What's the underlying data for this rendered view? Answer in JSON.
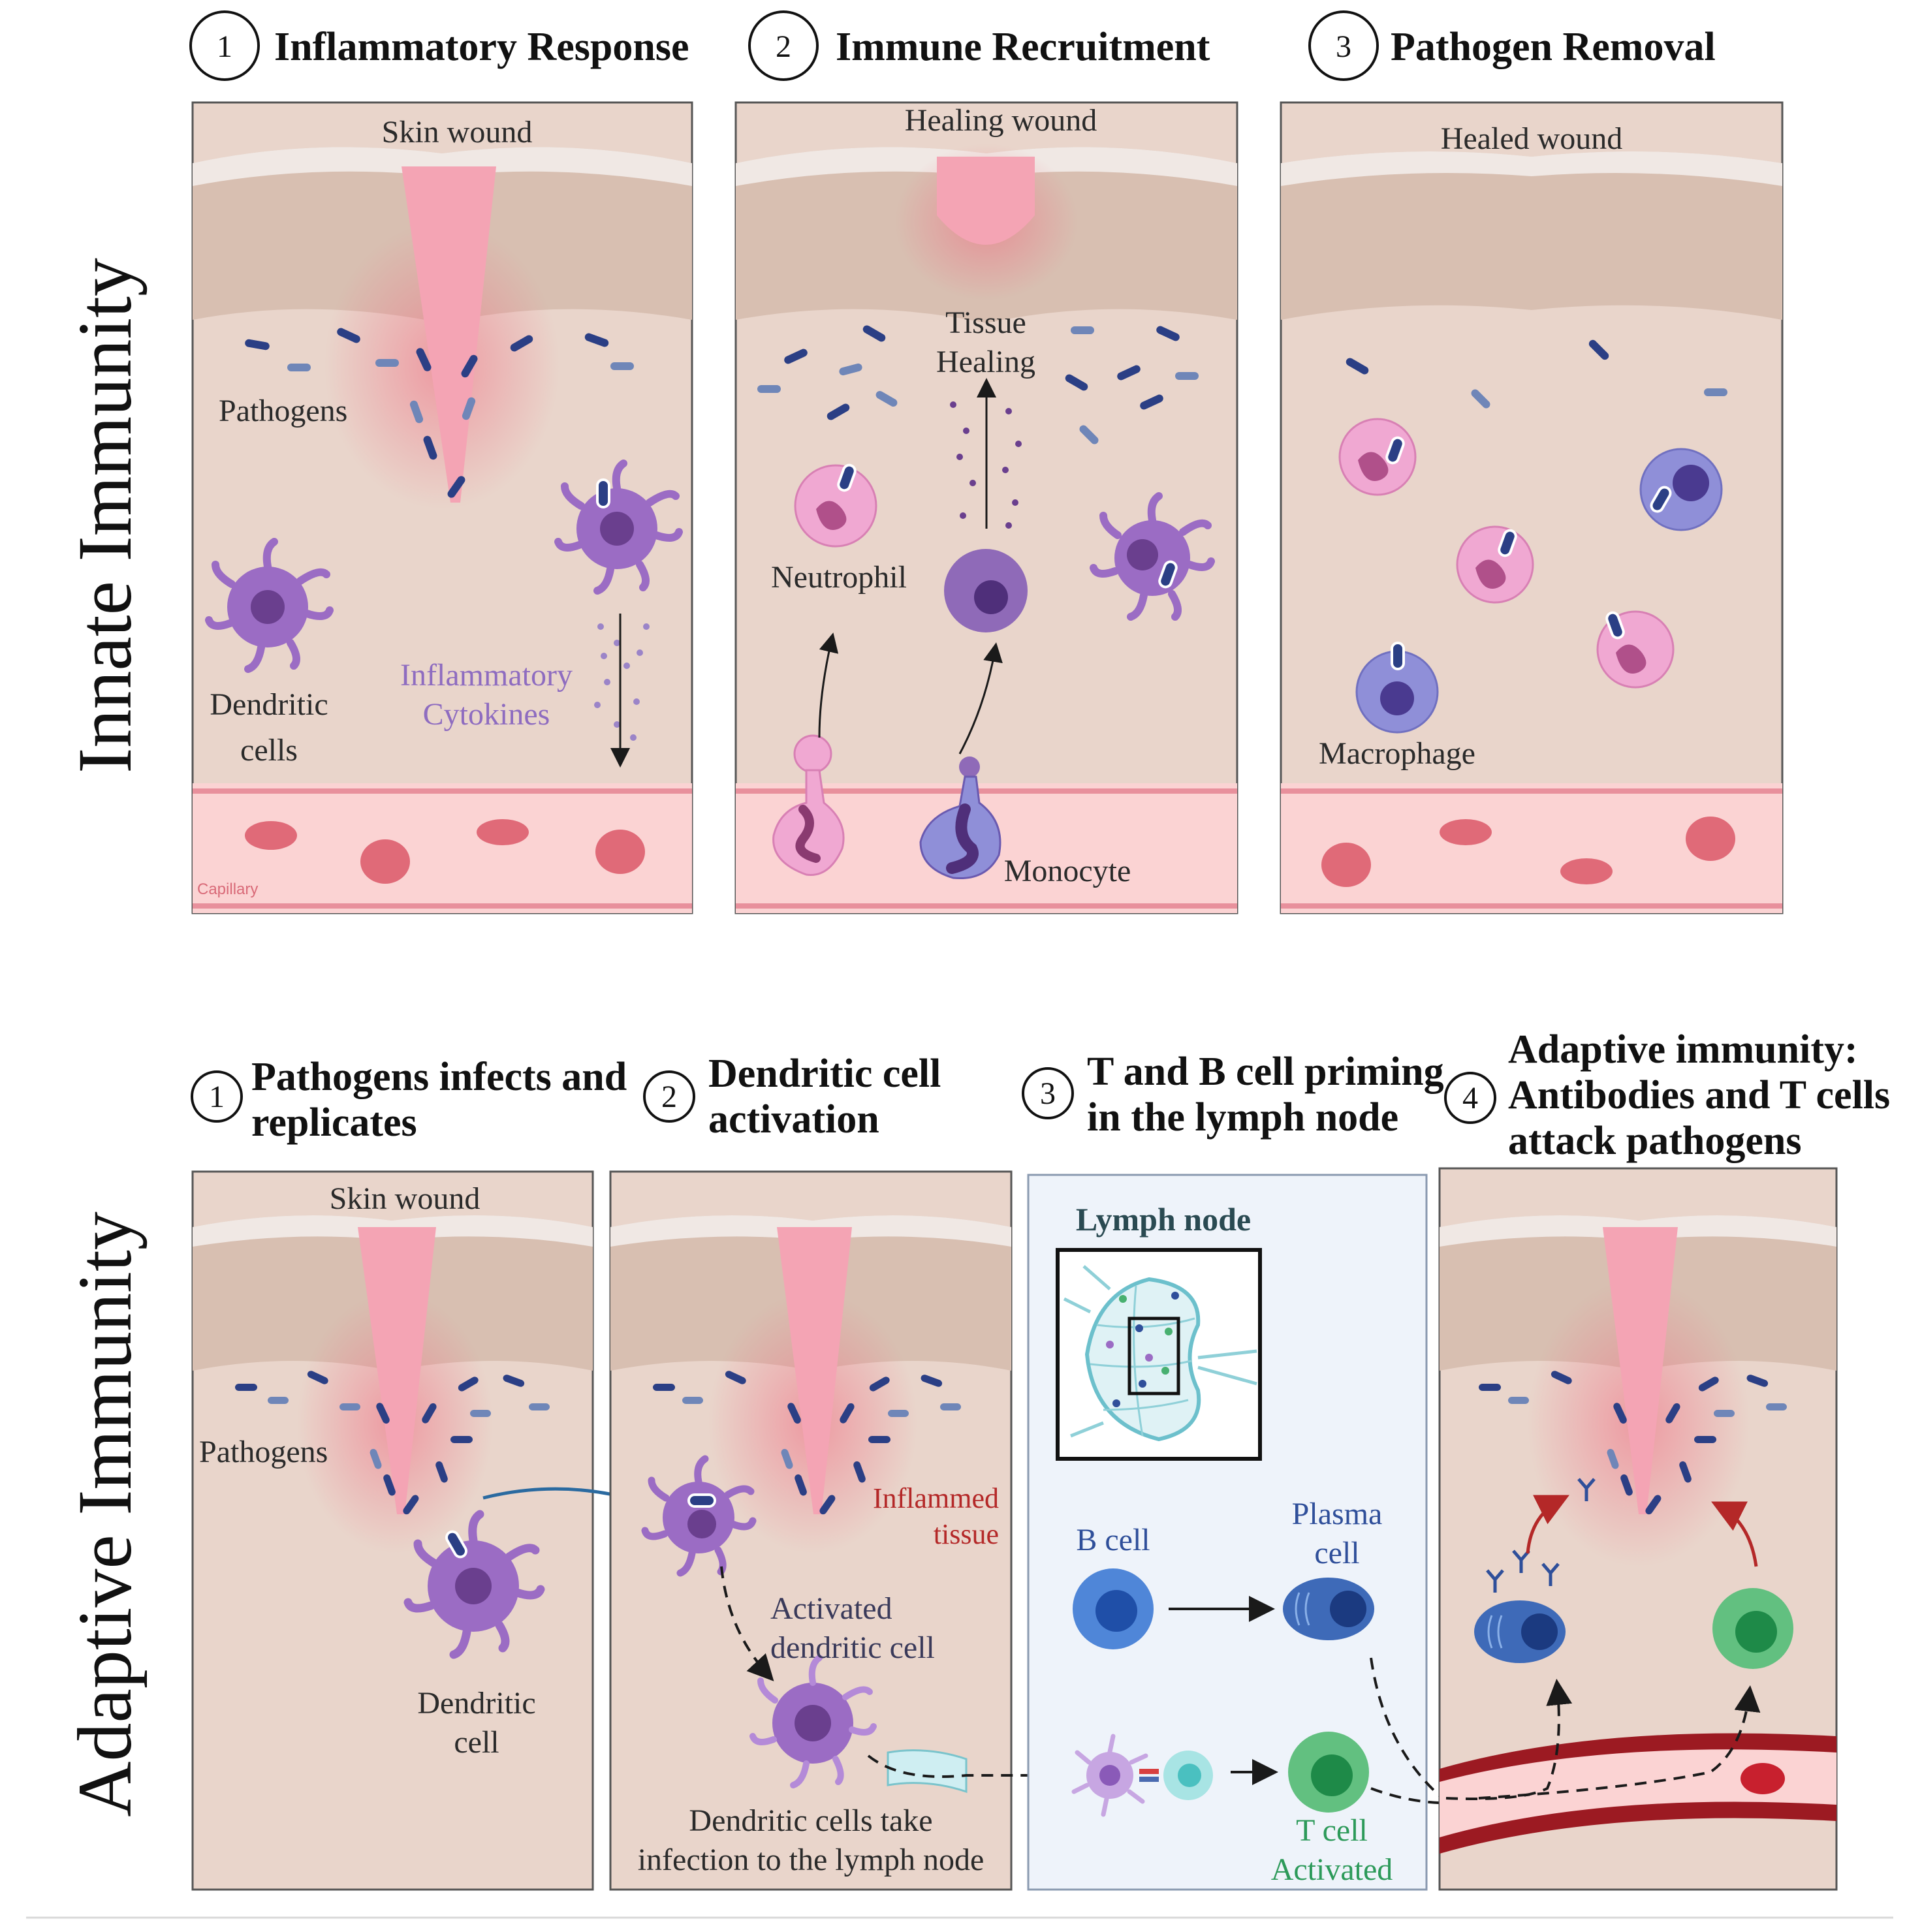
{
  "sections": {
    "innate": "Innate Immunity",
    "adaptive": "Adaptive Immunity"
  },
  "innate_steps": [
    {
      "num": "1",
      "title": "Inflammatory Response"
    },
    {
      "num": "2",
      "title": "Immune Recruitment"
    },
    {
      "num": "3",
      "title": "Pathogen Removal"
    }
  ],
  "innate_panels": {
    "p1": {
      "wound_label": "Skin wound",
      "pathogens": "Pathogens",
      "dendritic_1": "Dendritic",
      "dendritic_2": "cells",
      "cytokines_1": "Inflammatory",
      "cytokines_2": "Cytokines",
      "capillary": "Capillary"
    },
    "p2": {
      "wound_label": "Healing wound",
      "tissue_1": "Tissue",
      "tissue_2": "Healing",
      "neutrophil": "Neutrophil",
      "monocyte": "Monocyte"
    },
    "p3": {
      "wound_label": "Healed wound",
      "macrophage": "Macrophage"
    }
  },
  "adaptive_steps": [
    {
      "num": "1",
      "line1": "Pathogens infects and",
      "line2": "replicates",
      "line3": ""
    },
    {
      "num": "2",
      "line1": "Dendritic cell",
      "line2": "activation",
      "line3": ""
    },
    {
      "num": "3",
      "line1": "T and B cell priming",
      "line2": "in the lymph node",
      "line3": ""
    },
    {
      "num": "4",
      "line1": "Adaptive immunity:",
      "line2": "Antibodies and T cells",
      "line3": "attack pathogens"
    }
  ],
  "adaptive_panels": {
    "a1": {
      "wound_label": "Skin wound",
      "pathogens": "Pathogens",
      "dendritic_1": "Dendritic",
      "dendritic_2": "cell"
    },
    "a2": {
      "inflamed_1": "Inflammed",
      "inflamed_2": "tissue",
      "activated_1": "Activated",
      "activated_2": "dendritic cell",
      "caption_1": "Dendritic cells take",
      "caption_2": "infection to the lymph node"
    },
    "a3": {
      "lymph_node": "Lymph node",
      "b_cell": "B cell",
      "plasma_1": "Plasma",
      "plasma_2": "cell",
      "t_cell_1": "T cell",
      "t_cell_2": "Activated"
    }
  },
  "colors": {
    "skin": "#e9d5cb",
    "epidermis": "#d8bfb1",
    "wound": "#f4a4b4",
    "capillary": "#fbd3d3",
    "rbc": "#e06a78",
    "dendritic": "#9b6cc4",
    "neutrophil": "#f0a8d2",
    "macrophage": "#8f8fd8",
    "pathogen_dark": "#2b3f85",
    "pathogen_light": "#6f86b8",
    "b_cell": "#4f86d8",
    "t_cell": "#48b070",
    "lymph_panel": "#eef3fa",
    "vessel": "#9c1a22"
  }
}
